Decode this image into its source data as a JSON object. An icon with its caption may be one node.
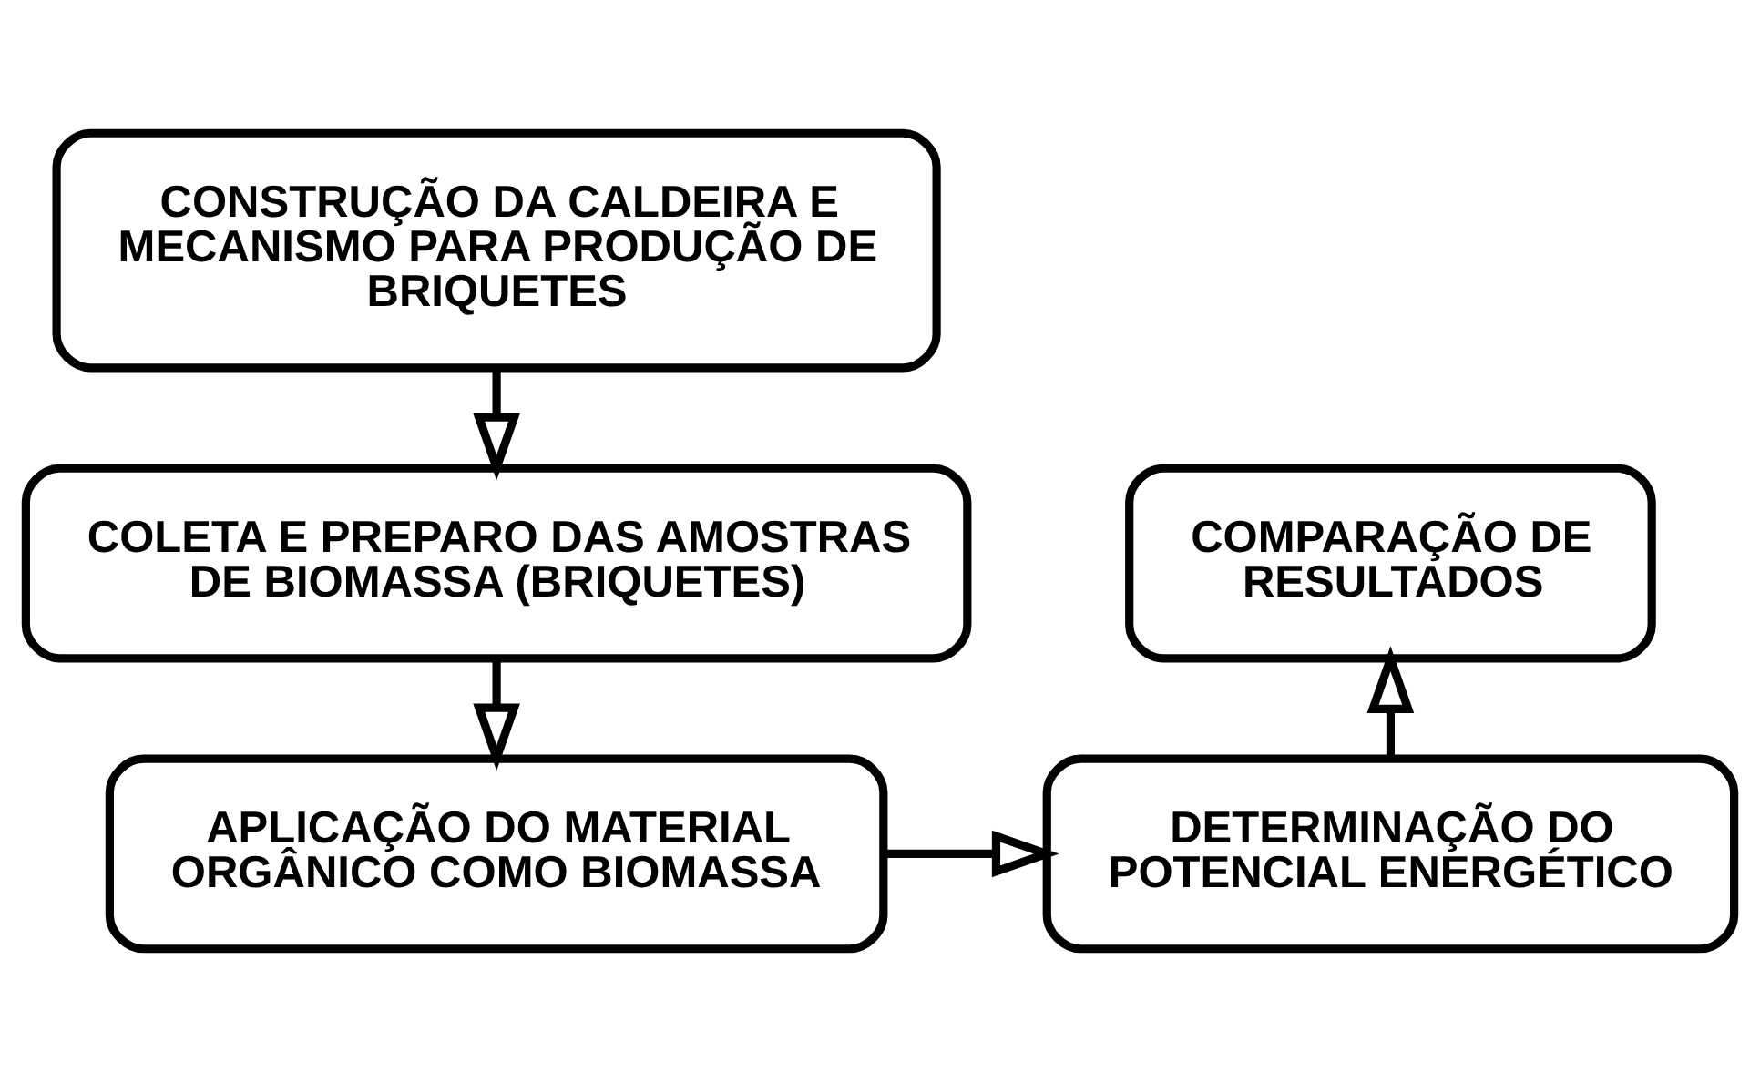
{
  "diagram": {
    "nodes": [
      {
        "text": [
          "CONSTRUÇÃO DA CALDEIRA E MECANISMO PARA PRODUÇÃO DE BRIQUETES"
        ]
      },
      {
        "text": [
          "COLETA E PREPARO DAS AMOSTRAS DE BIOMASSA (BRIQUETES)"
        ]
      },
      {
        "text": [
          "APLICAÇÃO DO MATERIAL ORGÂNICO COMO BIOMASSA"
        ]
      },
      {
        "text": [
          "DETERMINAÇÃO DO POTENCIAL ENERGÉTICO"
        ]
      },
      {
        "text": [
          "COMPARAÇÃO DE RESULTADOS"
        ]
      }
    ],
    "edges": [
      {
        "from": 0,
        "to": 1,
        "arrow": "to"
      },
      {
        "from": 1,
        "to": 2,
        "arrow": "to"
      },
      {
        "from": 2,
        "to": 3,
        "arrow": "to"
      },
      {
        "from": 3,
        "to": 4,
        "arrow": "to"
      }
    ]
  }
}
